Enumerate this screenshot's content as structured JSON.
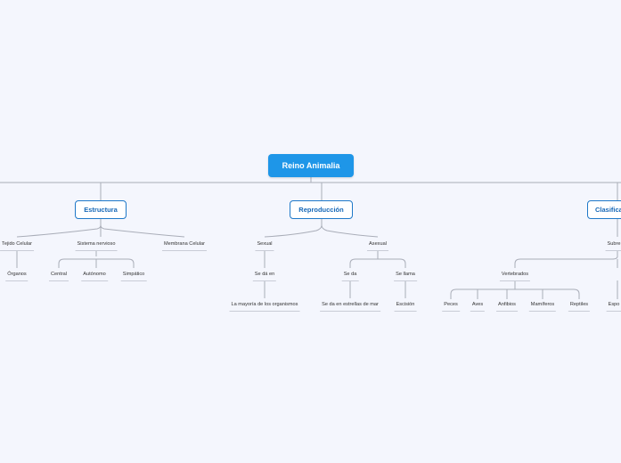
{
  "root": {
    "label": "Reino Animalia"
  },
  "branches": {
    "estructura": {
      "label": "Estructura",
      "tejido": {
        "label": "Tejido Celular",
        "organos": "Órganos"
      },
      "sistema": {
        "label": "Sistema nervioso",
        "central": "Central",
        "autonomo": "Autónomo",
        "simpatico": "Simpático"
      },
      "membrana": {
        "label": "Membrana Celular"
      }
    },
    "reproduccion": {
      "label": "Reproducción",
      "sexual": {
        "label": "Sexual",
        "se_da_en": "Se dá en",
        "mayoria": "La mayoría de los organismos"
      },
      "asexual": {
        "label": "Asexual",
        "se_da": "Se da",
        "estrellas": "Se da en estrellas de mar",
        "se_llama": "Se llama",
        "escision": "Escisión"
      }
    },
    "clasificacion": {
      "label": "Clasifica",
      "sub": "Subre",
      "vertebrados": "Vertebrados",
      "peces": "Peces",
      "aves": "Aves",
      "anfibios": "Anfibios",
      "mamiferos": "Mamíferos",
      "reptiles": "Reptiles",
      "espo": "Espo"
    }
  }
}
